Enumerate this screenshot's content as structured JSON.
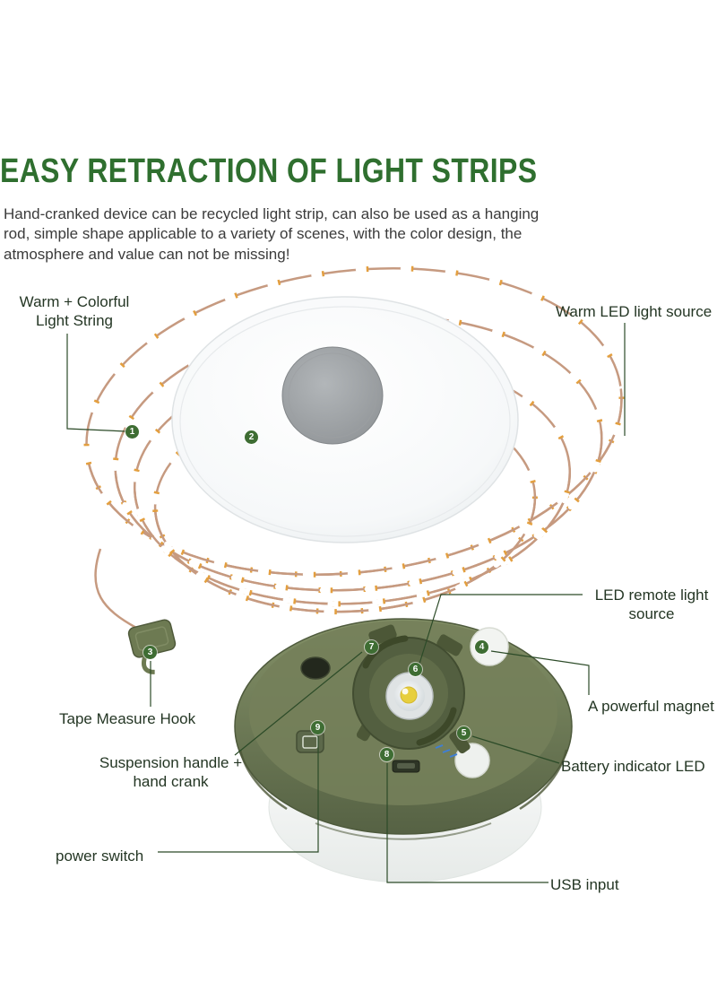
{
  "title": "EASY RETRACTION OF LIGHT STRIPS",
  "description": "Hand-cranked device can be recycled light strip, can also be used as a hanging rod, simple shape applicable to a variety of scenes, with the color design, the atmosphere and value can not be missing!",
  "callouts": [
    {
      "num": "1",
      "label": "Warm + Colorful Light String"
    },
    {
      "num": "2",
      "label": "Warm LED light source"
    },
    {
      "num": "3",
      "label": "Tape Measure Hook"
    },
    {
      "num": "4",
      "label": "A powerful magnet"
    },
    {
      "num": "5",
      "label": "Battery indicator LED"
    },
    {
      "num": "6",
      "label": "LED remote light source"
    },
    {
      "num": "7",
      "label": "Suspension handle + hand crank"
    },
    {
      "num": "8",
      "label": "USB input"
    },
    {
      "num": "9",
      "label": "power switch"
    }
  ],
  "colors": {
    "title_green": "#2f6f2f",
    "label_text": "#243624",
    "marker_bg": "#3e6d33",
    "marker_text": "#ffffff",
    "device_olive": "#6e7a55",
    "string_rose": "#c69a80",
    "indicator_blue": "#3f7fd6"
  }
}
